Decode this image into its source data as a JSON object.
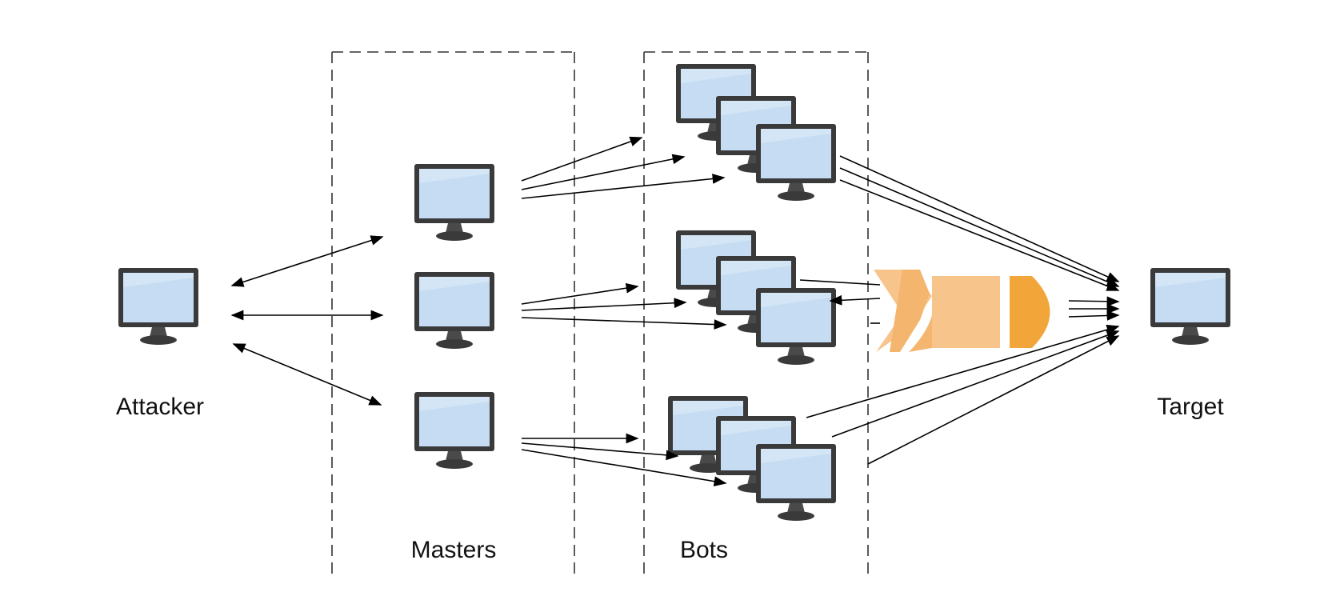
{
  "labels": {
    "attacker": "Attacker",
    "masters": "Masters",
    "bots": "Bots",
    "target": "Target"
  },
  "icons": {
    "computer": "computer-icon",
    "payload": "bomb-icon"
  },
  "colors": {
    "screen_fill": "#c5dcf2",
    "monitor_frame": "#3a3a3a",
    "bomb_light": "#f7c58c",
    "bomb_dark": "#f2a63a",
    "arrow": "#000000",
    "group_border": "#333333"
  }
}
